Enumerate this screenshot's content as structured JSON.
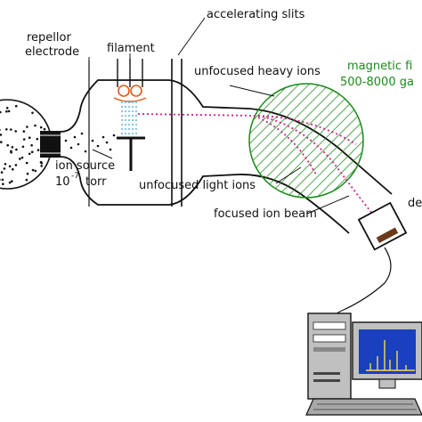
{
  "labels": {
    "repellor_line1": "repellor",
    "repellor_line2": "electrode",
    "filament": "filament",
    "accelerating_slits": "accelerating slits",
    "unfocused_heavy_ions": "unfocused heavy ions",
    "magnetic_field_line1": "magnetic fi",
    "magnetic_field_line2": "500-8000 ga",
    "ion_source": "ion source",
    "pressure_base": "10",
    "pressure_exp": "-7",
    "pressure_unit": "torr",
    "unfocused_light_ions": "unfocused light ions",
    "focused_ion_beam": "focused ion beam",
    "detector_partial": "de"
  },
  "colors": {
    "outline": "#111111",
    "field_green": "#1a8a1a",
    "ion_beam": "#d01e8c",
    "filament": "#e05a1a",
    "electron_dash": "#3aa0d8",
    "label_text": "#111111",
    "screen_bg": "#1a3fbf",
    "spectrum_peak": "#f2e23a"
  }
}
